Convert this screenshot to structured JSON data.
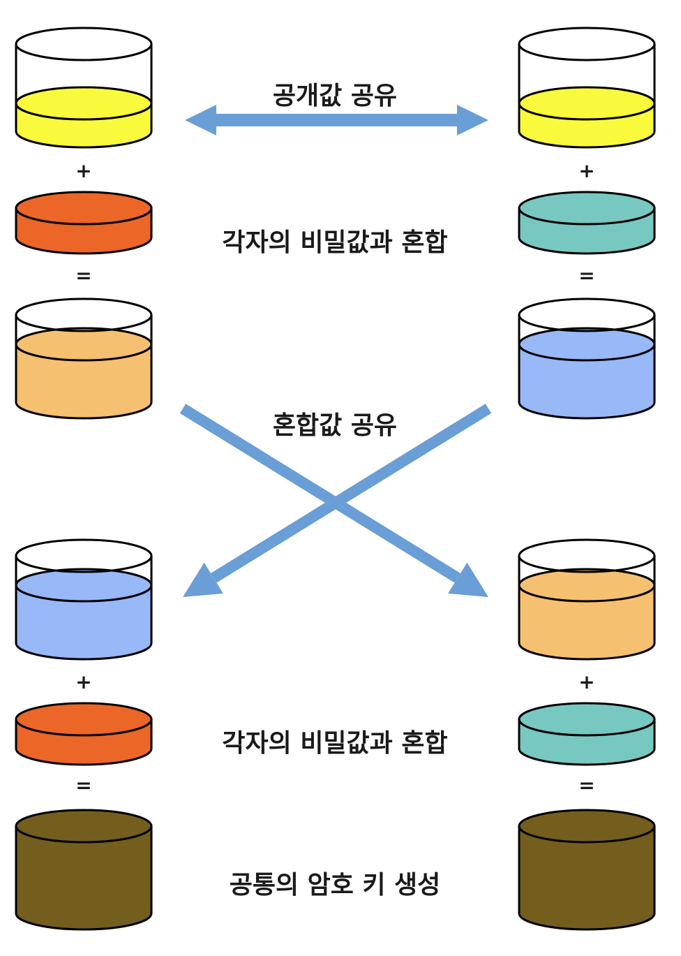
{
  "labels": {
    "share_public": "공개값 공유",
    "mix_secret_1": "각자의 비밀값과 혼합",
    "share_mixed": "혼합값 공유",
    "mix_secret_2": "각자의 비밀값과 혼합",
    "shared_key": "공통의 암호 키 생성"
  },
  "operators": {
    "plus": "+",
    "equals": "="
  },
  "colors": {
    "public_paint": "#fafa3c",
    "secret_left": "#ec6628",
    "secret_right": "#78c8c2",
    "mixed_left": "#f5c070",
    "mixed_right": "#98b8f8",
    "shared_key": "#745e1e",
    "arrow": "#6a9ed6",
    "outline": "#000000"
  }
}
